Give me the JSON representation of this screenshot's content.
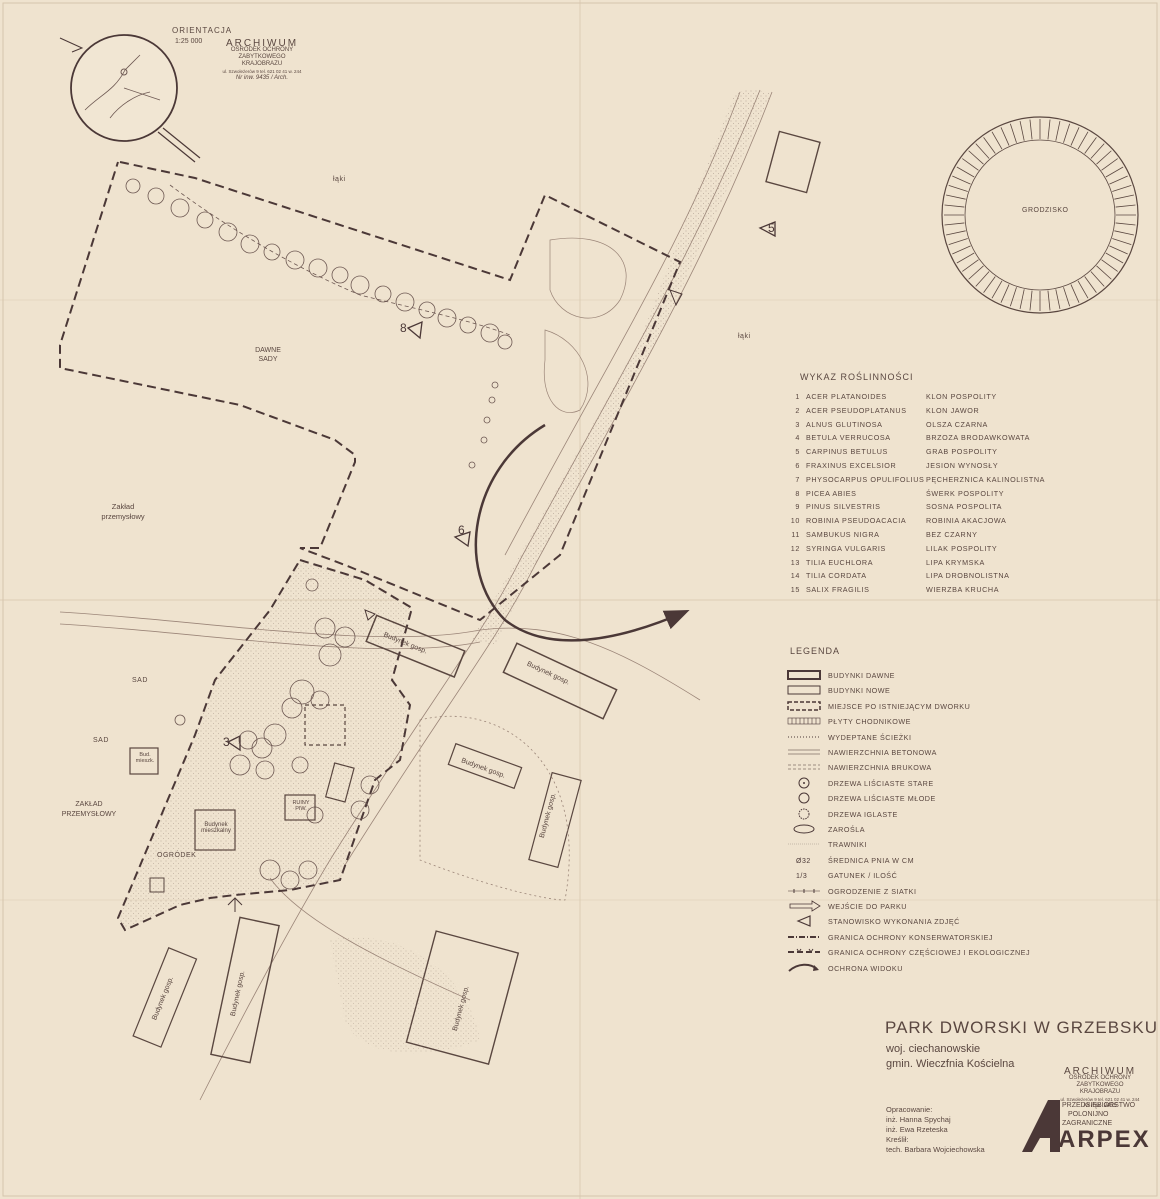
{
  "orientation": {
    "label": "ORIENTACJA",
    "scale": "1:25 000"
  },
  "archive_stamp_top": {
    "line1": "ARCHIWUM",
    "line2": "OŚRODEK OCHRONY",
    "line3": "ZABYTKOWEGO KRAJOBRAZU",
    "line4": "ul. Szwoleżerów 9  tel. 621 02 41 w. 244",
    "note": "Nr inw. 9435 / Arch."
  },
  "map_labels": {
    "dawne_sady": "DAWNE SADY",
    "laki_1": "łąki",
    "laki_2": "łąki",
    "grodzisko": "GRODZISKO",
    "zaklad_1": "Zakład przemysłowy",
    "sad_1": "SAD",
    "sad_2": "SAD",
    "zaklad_2": "ZAKŁAD PRZEMYSŁOWY",
    "ogrodek": "OGRÓDEK",
    "bud_gosp": "Budynek gosp.",
    "bud_mieszk": "Budynek mieszkalny",
    "bud_short": "Bud. mieszk.",
    "ruiny": "RUINY PIW."
  },
  "viewpoints": [
    "3",
    "5",
    "6",
    "8"
  ],
  "plant_list": {
    "heading": "WYKAZ ROŚLINNOŚCI",
    "items": [
      {
        "no": "1",
        "latin": "ACER PLATANOIDES",
        "polish": "KLON POSPOLITY"
      },
      {
        "no": "2",
        "latin": "ACER PSEUDOPLATANUS",
        "polish": "KLON JAWOR"
      },
      {
        "no": "3",
        "latin": "ALNUS GLUTINOSA",
        "polish": "OLSZA CZARNA"
      },
      {
        "no": "4",
        "latin": "BETULA VERRUCOSA",
        "polish": "BRZOZA BRODAWKOWATA"
      },
      {
        "no": "5",
        "latin": "CARPINUS BETULUS",
        "polish": "GRAB POSPOLITY"
      },
      {
        "no": "6",
        "latin": "FRAXINUS EXCELSIOR",
        "polish": "JESION WYNOSŁY"
      },
      {
        "no": "7",
        "latin": "PHYSOCARPUS OPULIFOLIUS",
        "polish": "PĘCHERZNICA KALINOLISTNA"
      },
      {
        "no": "8",
        "latin": "PICEA ABIES",
        "polish": "ŚWERK POSPOLITY"
      },
      {
        "no": "9",
        "latin": "PINUS SILVESTRIS",
        "polish": "SOSNA POSPOLITA"
      },
      {
        "no": "10",
        "latin": "ROBINIA PSEUDOACACIA",
        "polish": "ROBINIA AKACJOWA"
      },
      {
        "no": "11",
        "latin": "SAMBUKUS NIGRA",
        "polish": "BEZ CZARNY"
      },
      {
        "no": "12",
        "latin": "SYRINGA VULGARIS",
        "polish": "LILAK POSPOLITY"
      },
      {
        "no": "13",
        "latin": "TILIA EUCHLORA",
        "polish": "LIPA KRYMSKA"
      },
      {
        "no": "14",
        "latin": "TILIA CORDATA",
        "polish": "LIPA DROBNOLISTNA"
      },
      {
        "no": "15",
        "latin": "SALIX FRAGILIS",
        "polish": "WIERZBA KRUCHA"
      }
    ]
  },
  "legend": {
    "heading": "LEGENDA",
    "items": [
      {
        "symbol": "thick-rect",
        "label": "BUDYNKI DAWNE"
      },
      {
        "symbol": "thin-rect",
        "label": "BUDYNKI NOWE"
      },
      {
        "symbol": "dashed-rect",
        "label": "MIEJSCE PO ISTNIEJĄCYM DWORKU"
      },
      {
        "symbol": "hatched-rect",
        "label": "PŁYTY CHODNIKOWE"
      },
      {
        "symbol": "dotted-line",
        "label": "WYDEPTANE ŚCIEŻKI"
      },
      {
        "symbol": "double-line",
        "label": "NAWIERZCHNIA BETONOWA"
      },
      {
        "symbol": "double-dash-line",
        "label": "NAWIERZCHNIA BRUKOWA"
      },
      {
        "symbol": "tree-old",
        "label": "DRZEWA LIŚCIASTE STARE"
      },
      {
        "symbol": "tree-young",
        "label": "DRZEWA LIŚCIASTE MŁODE"
      },
      {
        "symbol": "tree-conifer",
        "label": "DRZEWA IGLASTE"
      },
      {
        "symbol": "shrub",
        "label": "ZAROŚLA"
      },
      {
        "symbol": "lawn",
        "label": "TRAWNIKI"
      },
      {
        "symbol": "text-32",
        "label": "ŚREDNICA PNIA W CM",
        "sample": "Ø32"
      },
      {
        "symbol": "text-13",
        "label": "GATUNEK / ILOŚĆ",
        "sample": "1/3"
      },
      {
        "symbol": "fence",
        "label": "OGRODZENIE Z SIATKI"
      },
      {
        "symbol": "entry-arrow",
        "label": "WEJŚCIE DO PARKU"
      },
      {
        "symbol": "viewpoint",
        "label": "STANOWISKO WYKONANIA ZDJĘĆ"
      },
      {
        "symbol": "border-conservation",
        "label": "GRANICA OCHRONY KONSERWATORSKIEJ"
      },
      {
        "symbol": "border-partial",
        "label": "GRANICA OCHRONY CZĘŚCIOWEJ I EKOLOGICZNEJ"
      },
      {
        "symbol": "view-arrow",
        "label": "OCHRONA WIDOKU"
      }
    ]
  },
  "title_block": {
    "title": "PARK DWORSKI W GRZEBSKU",
    "voivodeship": "woj. ciechanowskie",
    "commune": "gmin. Wieczfnia Kościelna",
    "credits": [
      "Opracowanie:",
      "inż. Hanna Spychaj",
      "inż. Ewa Rzeteska",
      "Kreślił:",
      "tech. Barbara Wojciechowska"
    ]
  },
  "archive_stamp_bottom": {
    "line1": "ARCHIWUM",
    "line2": "OŚRODEK OCHRONY",
    "line3": "ZABYTKOWEGO KRAJOBRAZU",
    "line4": "ul. Szwoleżerów 9  tel. 621 02 41 w. 244",
    "note": "Nr inw. 9435"
  },
  "company_logo": {
    "letters": "ARPEX",
    "text1": "PRZEDSIĘBIORSTWO",
    "text2": "POLONIJNO",
    "text3": "ZAGRANICZNE"
  }
}
